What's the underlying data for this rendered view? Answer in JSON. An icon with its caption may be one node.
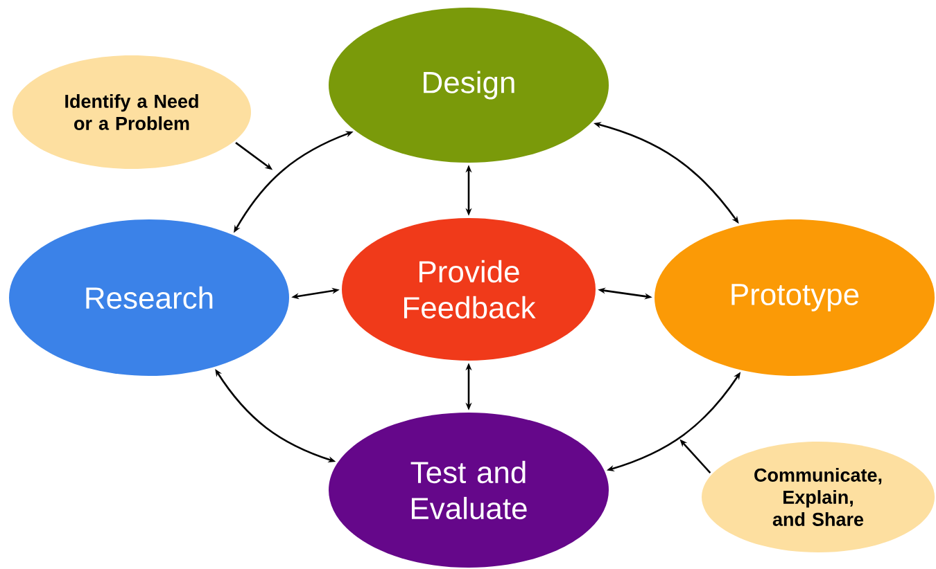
{
  "diagram": {
    "nodes": [
      {
        "text": [
          "Design"
        ]
      },
      {
        "text": [
          "Identify a Need or a Problem"
        ]
      },
      {
        "text": [
          "Research"
        ]
      },
      {
        "text": [
          "Provide Feedback"
        ]
      },
      {
        "text": [
          "Prototype"
        ]
      },
      {
        "text": [
          "Test and Evaluate"
        ]
      },
      {
        "text": [
          "Communicate, Explain, and Share"
        ]
      }
    ],
    "edges": [
      {
        "from": 0,
        "to": 2,
        "arrow": "both"
      },
      {
        "from": 0,
        "to": 4,
        "arrow": "both"
      },
      {
        "from": 0,
        "to": 3,
        "arrow": "both"
      },
      {
        "from": 2,
        "to": 3,
        "arrow": "both"
      },
      {
        "from": 3,
        "to": 4,
        "arrow": "both"
      },
      {
        "from": 3,
        "to": 5,
        "arrow": "both"
      },
      {
        "from": 2,
        "to": 5,
        "arrow": "both"
      },
      {
        "from": 4,
        "to": 5,
        "arrow": "both"
      },
      {
        "from": 1,
        "to": null,
        "arrow": "to"
      },
      {
        "from": 6,
        "to": null,
        "arrow": "to"
      }
    ]
  }
}
